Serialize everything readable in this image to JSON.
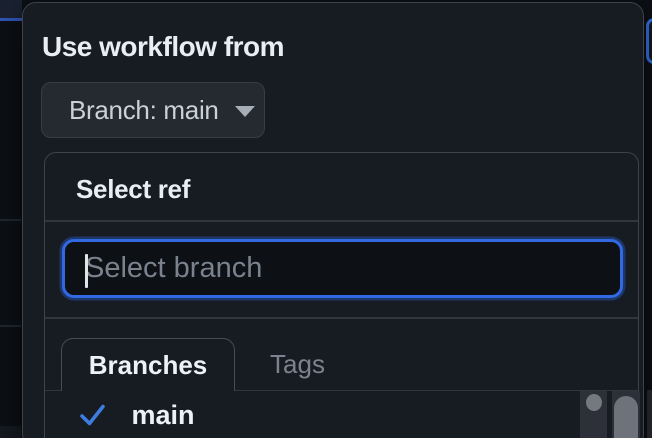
{
  "popover": {
    "heading": "Use workflow from",
    "branch_button": {
      "label": "Branch: main",
      "icon": "triangle-down-icon"
    },
    "ref_selector": {
      "title": "Select ref",
      "search": {
        "value": "",
        "placeholder": "Select branch"
      },
      "tabs": [
        {
          "label": "Branches",
          "active": true
        },
        {
          "label": "Tags",
          "active": false
        }
      ],
      "items": [
        {
          "name": "main",
          "selected": true,
          "icon": "check-icon"
        }
      ]
    }
  },
  "colors": {
    "page_bg": "#0c0f14",
    "overlay_bg": "#171c23",
    "border": "#3c434d",
    "button_bg": "#252a31",
    "input_bg": "#0d1015",
    "focus_ring_blue": "#3269e2",
    "check_blue": "#3f7ce0",
    "text_primary": "#e9eef4",
    "text_button": "#c9d1d9",
    "text_muted": "#7a838e",
    "scroll_track": "#2d3038",
    "scroll_thumb": "#72777f"
  }
}
